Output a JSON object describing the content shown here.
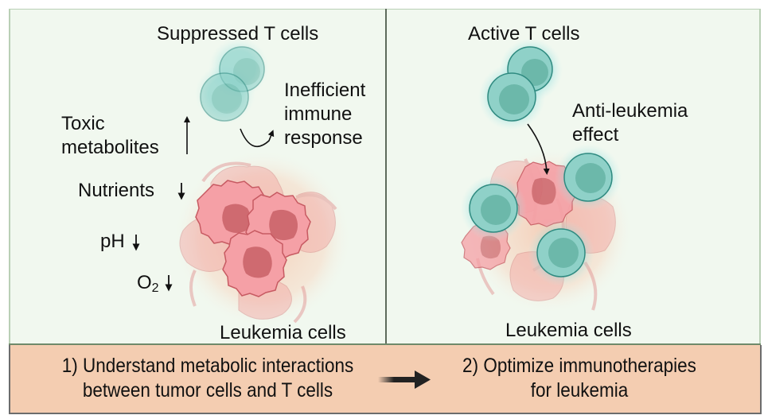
{
  "left_panel": {
    "title": "Suppressed T cells",
    "outcome_label_lines": [
      "Inefficient",
      "immune",
      "response"
    ],
    "toxic_label_lines": [
      "Toxic",
      "metabolites"
    ],
    "toxic_direction": "up",
    "factors": [
      {
        "label": "Nutrients",
        "direction": "down"
      },
      {
        "label": "pH",
        "direction": "down"
      },
      {
        "label": "O",
        "subscript": "2",
        "direction": "down"
      }
    ],
    "tumor_label": "Leukemia cells",
    "t_cell_state": "suppressed"
  },
  "right_panel": {
    "title": "Active T cells",
    "effect_label_lines": [
      "Anti-leukemia",
      "effect"
    ],
    "tumor_label": "Leukemia cells",
    "t_cell_state": "active"
  },
  "bottom": {
    "step1_lines": [
      "1) Understand metabolic interactions",
      "between tumor cells and T cells"
    ],
    "step2_lines": [
      "2) Optimize immunotherapies",
      "for leukemia"
    ],
    "arrow_icon": "right-arrow-icon"
  },
  "colors": {
    "panel_bg": "#f1f8ef",
    "bottom_bg": "#f4cdb1",
    "t_cell_fill": "#8fd1c8",
    "t_cell_nucleus": "#6cb8aa",
    "t_cell_stroke": "#2f8a80",
    "leukemia_fill": "#f39aa0",
    "leukemia_nucleus": "#cf6a70",
    "leukemia_stroke": "#c75a62"
  }
}
